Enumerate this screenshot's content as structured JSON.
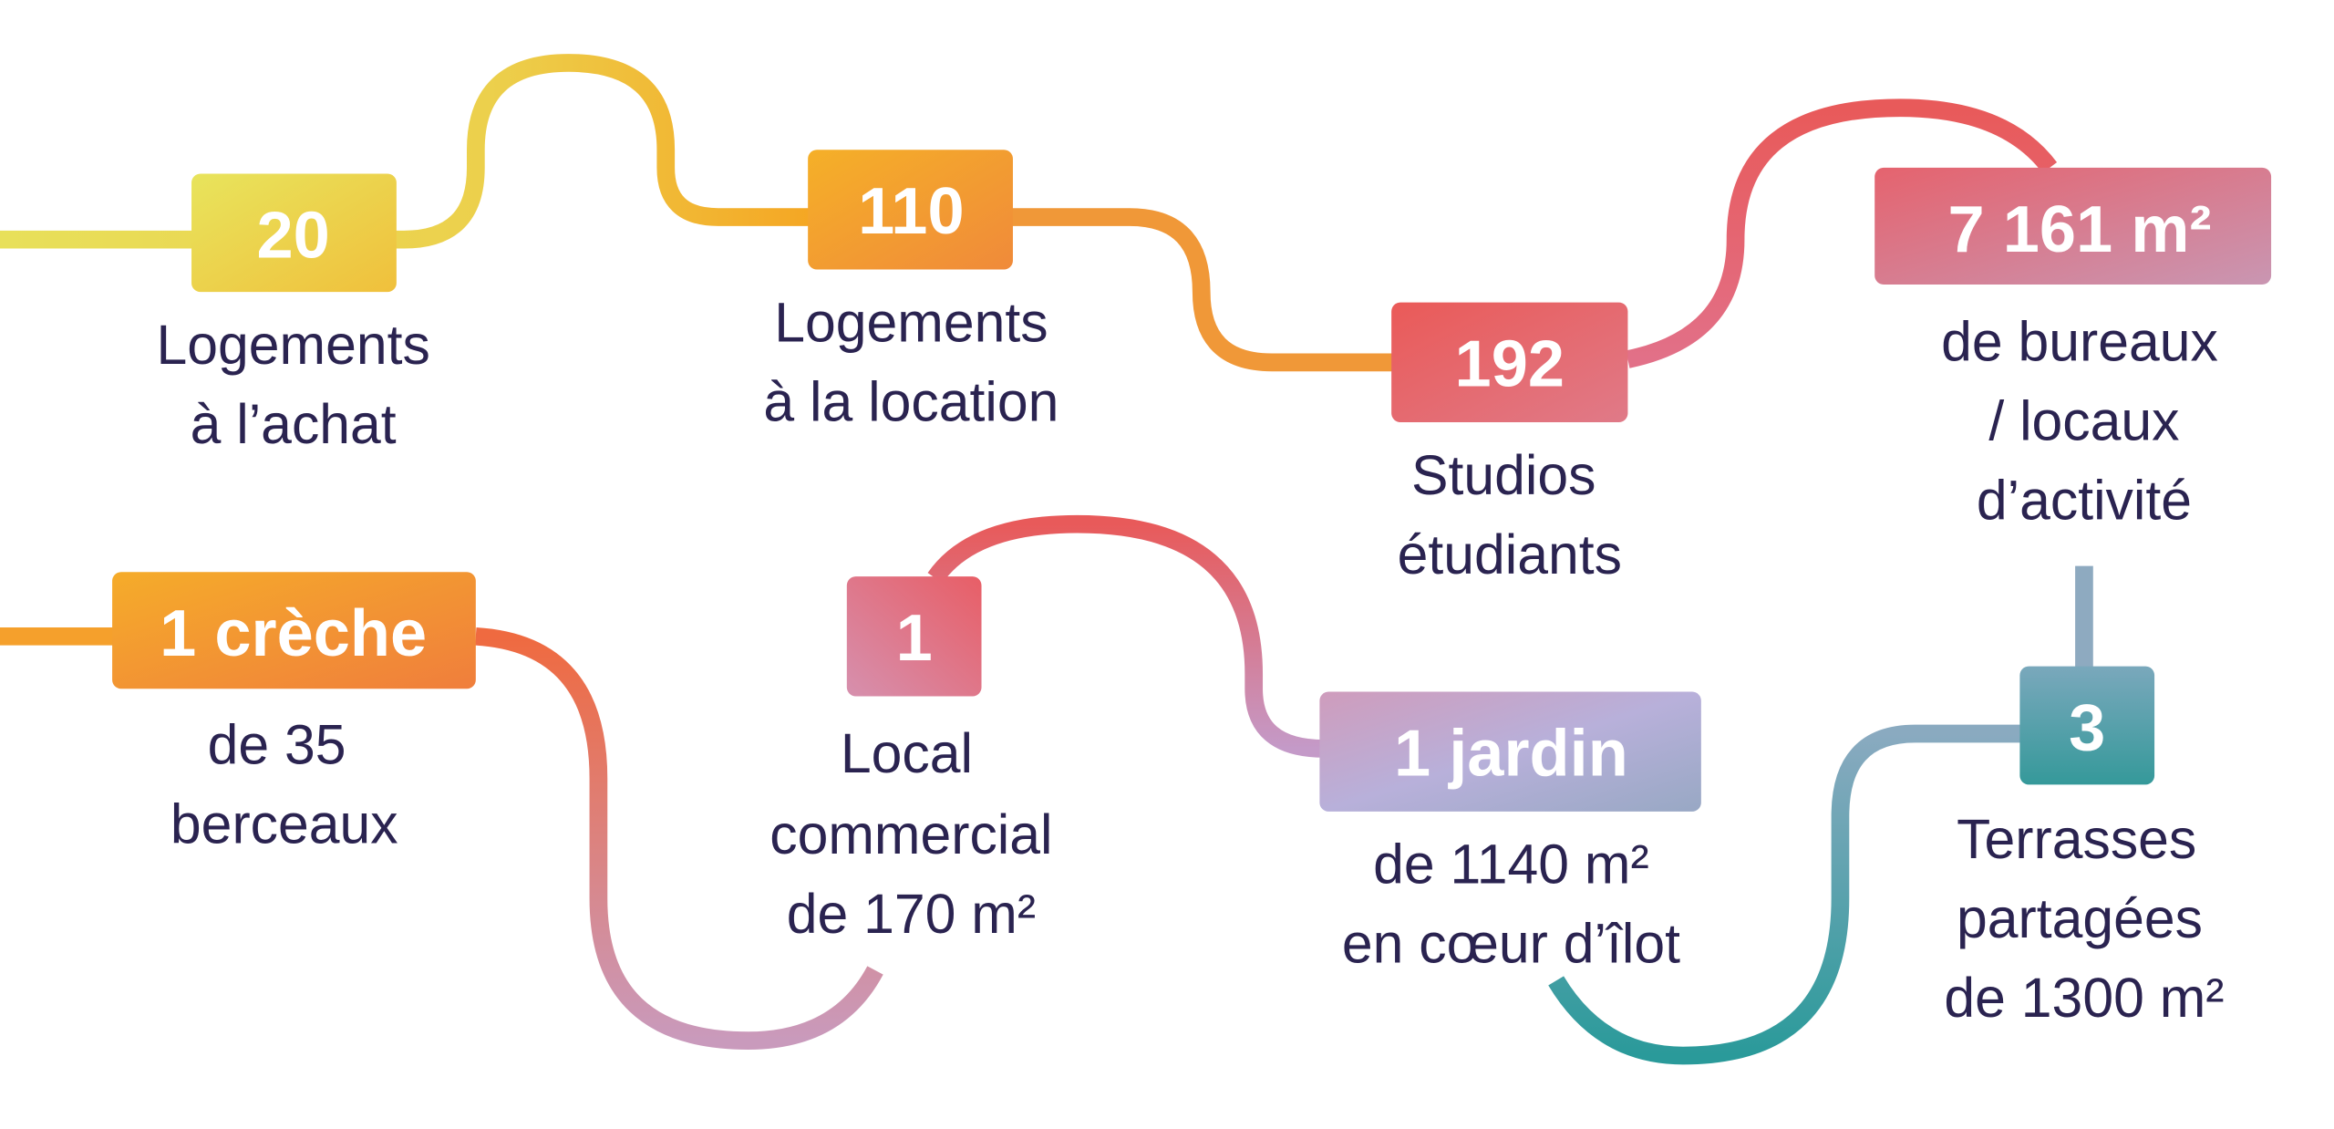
{
  "items": [
    {
      "value": "20",
      "lines": [
        "Logements",
        "à l’achat"
      ]
    },
    {
      "value": "110",
      "lines": [
        "Logements",
        "à la location"
      ]
    },
    {
      "value": "192",
      "lines": [
        "Studios",
        "étudiants"
      ]
    },
    {
      "value": "7 161 m²",
      "lines": [
        "de bureaux",
        "/ locaux",
        "d’activité"
      ]
    },
    {
      "value": "1 crèche",
      "lines": [
        "de 35",
        "berceaux"
      ]
    },
    {
      "value": "1",
      "lines": [
        "Local",
        "commercial",
        "de 170 m²"
      ]
    },
    {
      "value": "1 jardin",
      "lines": [
        "de 1140 m²",
        "en cœur d’îlot"
      ]
    },
    {
      "value": "3",
      "lines": [
        "Terrasses",
        "partagées",
        "de 1300 m²"
      ]
    }
  ],
  "colors": {
    "text": "#2a2350",
    "yellow": "#e8e05a",
    "orange": "#f5a623",
    "red": "#e85a5a",
    "pink": "#c994b0",
    "lavender": "#b4aed6",
    "teal": "#3a9a9a"
  }
}
